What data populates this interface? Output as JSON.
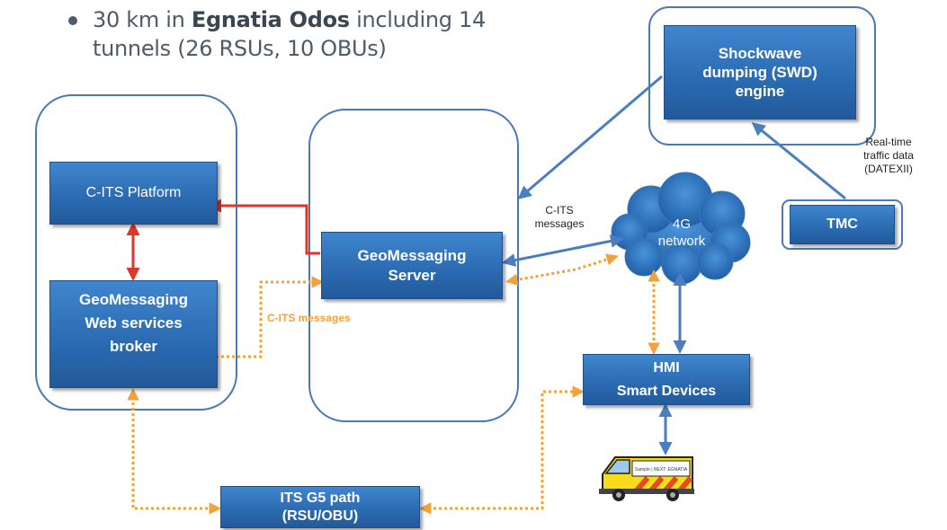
{
  "bullet": {
    "prefix": "30 km in ",
    "bold": "Egnatia Odos",
    "suffix": " including 14 tunnels (26 RSUs, 10 OBUs)"
  },
  "nodes": {
    "swd": {
      "line1": "Shockwave",
      "line2": "dumping (SWD)",
      "line3": "engine"
    },
    "citsPlatform": {
      "label": "C-ITS Platform"
    },
    "geoServer": {
      "line1": "GeoMessaging",
      "line2": "Server"
    },
    "broker": {
      "line1": "GeoMessaging",
      "line2": "Web services",
      "line3": "broker"
    },
    "network": {
      "line1": "4G",
      "line2": "network"
    },
    "tmc": {
      "label": "TMC"
    },
    "hmi": {
      "line1": "HMI",
      "line2": "Smart Devices"
    },
    "itsg5": {
      "line1": "ITS G5 path",
      "line2": "(RSU/OBU)"
    }
  },
  "labels": {
    "realtime": {
      "line1": "Real-time",
      "line2": "traffic data",
      "line3": "(DATEXII)"
    },
    "citsMessages": {
      "line1": "C-ITS",
      "line2": "messages"
    },
    "citsMessagesOrange": "C-ITS messages"
  },
  "vehicle": {
    "sign": "Sample | NEXT: EGNATIA"
  },
  "colors": {
    "box": "#2c6cb3",
    "blueArrow": "#4a7ebf",
    "redArrow": "#e0352b",
    "orangeArrow": "#f5a03a",
    "containerStroke": "#4a78b8"
  }
}
